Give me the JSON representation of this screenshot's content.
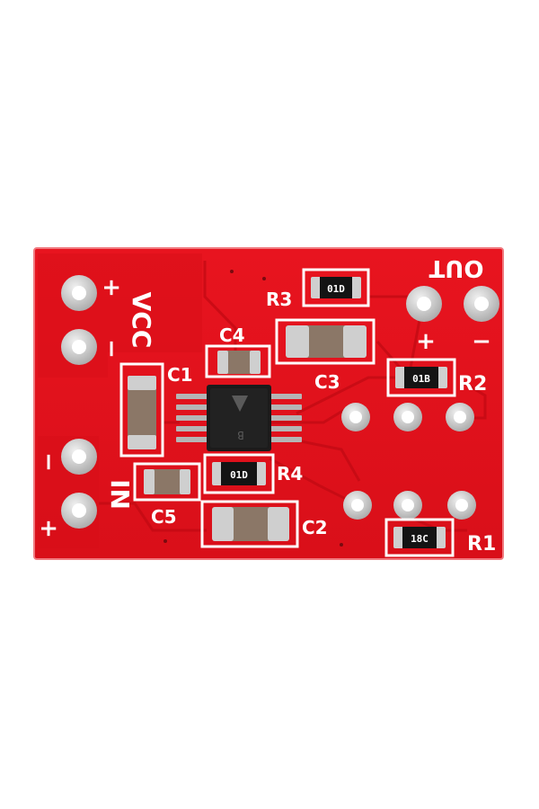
{
  "board": {
    "colors": {
      "background": "#ffffff",
      "pcb": "#e0111b",
      "pcb_dark": "#c50c15",
      "silkscreen": "#ffffff",
      "pad": "#cfcfcf",
      "capacitor_body": "#8a7767",
      "resistor_body": "#111111",
      "chip": "#1a1a1a"
    },
    "labels": {
      "vcc": "VCC",
      "in": "IN",
      "out": "OUT",
      "vcc_plus": "+",
      "vcc_minus": "−",
      "in_minus": "−",
      "in_plus": "+",
      "out_plus": "+",
      "out_minus": "−"
    },
    "components": {
      "c1": "C1",
      "c2": "C2",
      "c3": "C3",
      "c4": "C4",
      "c5": "C5",
      "r1": "R1",
      "r2": "R2",
      "r3": "R3",
      "r4": "R4"
    },
    "resistor_codes": {
      "r1": "18C",
      "r2": "01B",
      "r3": "01D",
      "r4": "01D"
    },
    "chip_marking": "B"
  }
}
